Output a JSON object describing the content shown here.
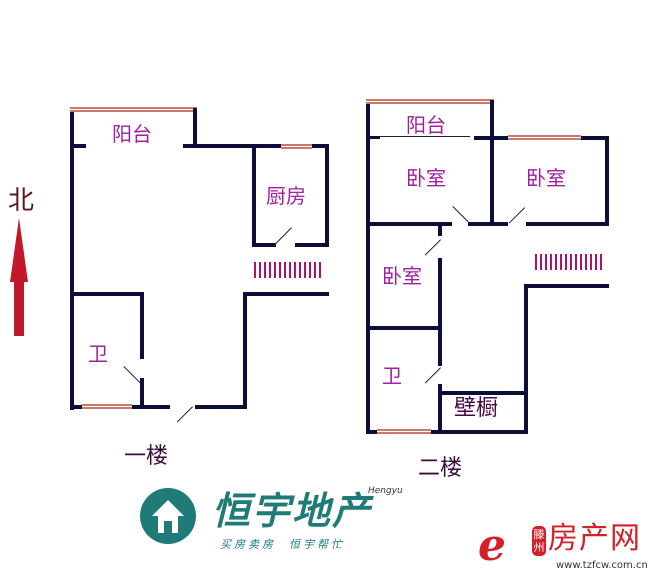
{
  "compass": {
    "label": "北",
    "arrow_color": "#c0192a"
  },
  "floor1": {
    "title": "一楼",
    "rooms": {
      "balcony": "阳台",
      "kitchen": "厨房",
      "bathroom": "卫"
    }
  },
  "floor2": {
    "title": "二楼",
    "rooms": {
      "balcony": "阳台",
      "bedroom_nw": "卧室",
      "bedroom_ne": "卧室",
      "bedroom_w": "卧室",
      "bathroom": "卫",
      "closet": "壁橱"
    }
  },
  "logo_hengyu": {
    "name": "恒宇地产",
    "pinyin": "Hengyu",
    "slogan": "买房卖房  恒宇帮忙",
    "color": "#1f7a78"
  },
  "logo_tzfcw": {
    "city": "滕州",
    "name": "房产网",
    "url": "www.tzfcw.com.cn",
    "color": "#d4202a"
  },
  "colors": {
    "wall": "#0d0d3a",
    "label": "#a020a0",
    "window": "#c97b6b",
    "stairs": "#b01070"
  }
}
